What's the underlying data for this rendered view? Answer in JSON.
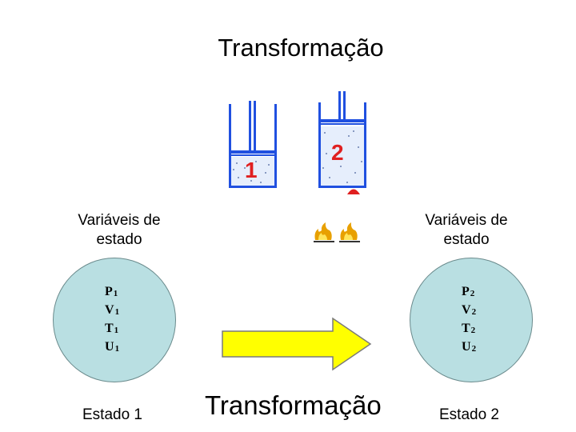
{
  "title": "Transformação",
  "piston1": {
    "label": "1"
  },
  "piston2": {
    "label": "2"
  },
  "left": {
    "variables_label": "Variáveis de estado",
    "vars": [
      {
        "letter": "P",
        "sub": "1"
      },
      {
        "letter": "V",
        "sub": "1"
      },
      {
        "letter": "T",
        "sub": "1"
      },
      {
        "letter": "U",
        "sub": "1"
      }
    ],
    "state_label": "Estado 1"
  },
  "right": {
    "variables_label": "Variáveis de estado",
    "vars": [
      {
        "letter": "P",
        "sub": "2"
      },
      {
        "letter": "V",
        "sub": "2"
      },
      {
        "letter": "T",
        "sub": "2"
      },
      {
        "letter": "U",
        "sub": "2"
      }
    ],
    "state_label": "Estado 2"
  },
  "arrow_label": "Transformação",
  "icons": [
    "piston-cylinder-icon",
    "flame-icon",
    "arrow-right-icon"
  ],
  "colors": {
    "circle_fill": "#b9dfe2",
    "arrow_fill": "#ffff00",
    "piston_blue": "#2050e0",
    "label_red": "#e02020"
  }
}
